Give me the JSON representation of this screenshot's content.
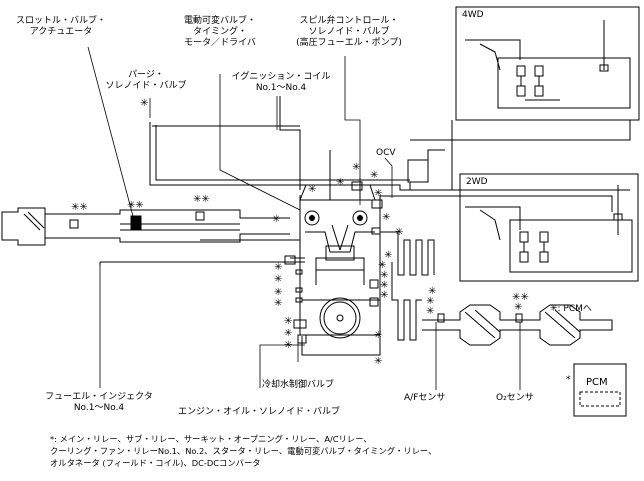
{
  "labels": {
    "throttle": [
      "スロットル・バルブ・",
      "アクチュエータ"
    ],
    "vvt": [
      "電動可変バルブ・",
      "タイミング・",
      "モータ／ドライバ"
    ],
    "spill": [
      "スピル弁コントロール・",
      "ソレノイド・バルブ",
      "(高圧フューエル・ポンプ)"
    ],
    "purge": [
      "パージ・",
      "ソレノイド・バルブ"
    ],
    "ignition": [
      "イグニッション・コイル",
      "No.1〜No.4"
    ],
    "ocv": "OCV",
    "fwd": "4WD",
    "twd": "2WD",
    "pcm_note": "✳: PCMへ",
    "injector": [
      "フューエル・インジェクタ",
      "No.1〜No.4"
    ],
    "coolant": "冷却水制御バルブ",
    "oil_solenoid": "エンジン・オイル・ソレノイド・バルブ",
    "af_sensor": "A/Fセンサ",
    "o2_sensor": "O₂センサ",
    "pcm": "PCM",
    "asterisk": "*"
  },
  "footnote": [
    "*: メイン・リレー、サブ・リレー、サーキット・オープニング・リレー、A/Cリレー、",
    "クーリング・ファン・リレーNo.1、No.2、スタータ・リレー、電動可変バルブ・タイミング・リレー、",
    "オルタネータ (フィールド・コイル)、DC-DCコンバータ"
  ]
}
